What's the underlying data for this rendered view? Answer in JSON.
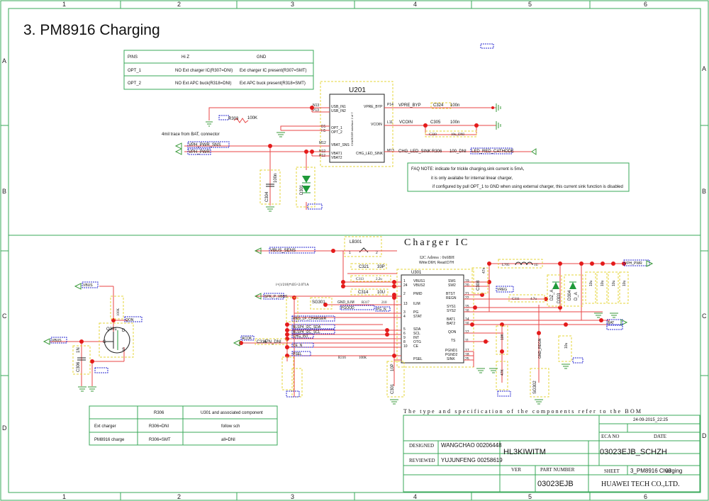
{
  "title": "3. PM8916 Charging",
  "border": {
    "cols": [
      "1",
      "2",
      "3",
      "4",
      "5",
      "6"
    ],
    "rows": [
      "A",
      "B",
      "C",
      "D"
    ]
  },
  "pins_table": {
    "headers": [
      "PINS",
      "Hi Z",
      "GND"
    ],
    "rows": [
      [
        "OPT_1",
        "NO Ext charger IC(R307=DNI)",
        "Ext charger IC present(R307=SMT)"
      ],
      [
        "OPT_2",
        "NO Ext APC buck(R318=DNI)",
        "Ext APC buck present(R318=SMT)"
      ]
    ]
  },
  "u201": {
    "ref": "U201",
    "left_pins": [
      {
        "num": "N13",
        "name": "USB_IN1"
      },
      {
        "num": "P13",
        "name": "USB_IN2"
      },
      {
        "num": "D5",
        "name": "OPT_1"
      },
      {
        "num": "H5",
        "name": "OPT_2"
      },
      {
        "num": "M12",
        "name": "VBAT_SNS"
      },
      {
        "num": "N12",
        "name": "VBAT1"
      },
      {
        "num": "P12",
        "name": "VBAT2"
      }
    ],
    "right_pins": [
      {
        "num": "P14",
        "name": "VPRE_BYP"
      },
      {
        "num": "L11",
        "name": "VCOIN"
      },
      {
        "num": "M13",
        "name": "CHG_LED_SINK"
      }
    ],
    "vertical_text": "CHARGER interface 2 of 7"
  },
  "top_labels": {
    "r303": "R303",
    "r303_val": "100K",
    "trace_note": "4mil trace from BAT, connector",
    "vph_pwr_sns": "VPH_PWR_SNS",
    "vph_pwr": "VPH_PWR",
    "vpre_byp": "VPRE_BYP",
    "c324": "C324",
    "c324_val": "100n",
    "vcoin": "VCOIN",
    "c305": "C305",
    "c305_val": "100n",
    "c320": "C320",
    "c320_val": "10u_DNI",
    "chg_led_sink": "CHG_LED_SINK",
    "r306": "R306",
    "r306_val": "100_DNI",
    "led_red_cathode": "LED_RED_CATHODE",
    "c304": "C304",
    "c304_val": "100n",
    "d301": "D301"
  },
  "faq_note": {
    "line1": "FAQ NOTE: indicate for trickle charging,sink current is 5mA,",
    "line2": "it is only availabe for internal linear charger,",
    "line3": "if configured by pull OPT_1 to GND when using external charger, this current sink function is disabled"
  },
  "charger": {
    "heading": "Charger IC",
    "i2c": "I2C Adress : 0x6BH",
    "i2c_rw": "Write:D6H, Read:D7H",
    "lb301": "LB301",
    "lb301_pins": [
      "1",
      "2"
    ],
    "c321": "C321",
    "c321_val": "33P",
    "c313": "C313",
    "c313_val": "2.2u",
    "c314": "C314",
    "c314_val": "10U",
    "formula": "i=(1/210)*435=2.071A",
    "sg301": "SG301",
    "gnd_ilim": "GND_ILIM",
    "r317": "R317",
    "r317_val": "210",
    "u301": "U301",
    "u301_left": [
      "VBUS1",
      "VBUS2",
      "PMID",
      "ILIM",
      "PG",
      "STAT",
      "SDA",
      "SCL",
      "INT",
      "OTG",
      "CE",
      "PSEL"
    ],
    "u301_left_nums": [
      "1",
      "24",
      "2",
      "13",
      "3",
      "4",
      "5",
      "6",
      "9",
      "8",
      "10"
    ],
    "u301_right": [
      "SW1",
      "SW2",
      "BTST",
      "REGN",
      "SYS1",
      "SYS2",
      "BAT1",
      "BAT2",
      "QON",
      "TS",
      "PGND1",
      "PGND2",
      "SINK"
    ],
    "u301_right_nums": [
      "19",
      "20",
      "21",
      "22",
      "15",
      "16",
      "14",
      "16",
      "12",
      "11",
      "17",
      "18",
      "25"
    ],
    "r316": "R316",
    "r316_val": "100K",
    "c315": "C315",
    "c315_val": "47N_DNI",
    "q301": "Q301",
    "q_pins": [
      "D",
      "G",
      "S"
    ],
    "c306": "C306",
    "c306_val": "1N",
    "r_left_val": "100K",
    "c301": "C301",
    "c301_val": "10P",
    "c308": "C308",
    "c308_val": "47n",
    "l705": "L705",
    "l705_val": "1U",
    "c311": "C311",
    "c311_val": "4.7u",
    "d303": "D303",
    "dz_a": "DZ_A",
    "d304": "D304",
    "d_a": "D_A",
    "sg302": "SG302",
    "r_ts_val": "10K",
    "r_ntc_val": "47K",
    "gnd_regn": "GND_REGN",
    "cap_vals": [
      "10u",
      "10u",
      "10u",
      "10u",
      "10u"
    ],
    "net_labels": [
      "VBUS_SENS",
      "VBUS",
      "VBUS",
      "SPK_P_VBUS",
      "PG_N",
      "MIC_IN",
      "REG_LF_CHARGER",
      "BLSP4_I2C_SDA",
      "BLSP4_I2C_SCL",
      "CHG_INT",
      "CE_N",
      "PGOOD",
      "VPH_PWR",
      "BAT",
      "PSEL",
      "BAT_ID",
      "VREG",
      "ACOK",
      "QON",
      "NTC_CHG"
    ]
  },
  "comp_table": {
    "headers": [
      "",
      "R306",
      "U301 and associated component"
    ],
    "rows": [
      [
        "Ext charger",
        "R306=DNI",
        "follow sch"
      ],
      [
        "PM8916 charge",
        "R306=SMT",
        "all=DNI"
      ]
    ]
  },
  "title_block": {
    "spec_note": "The type and specification of the components refer to the BOM",
    "date_val": "24-09-2015_22:25",
    "eca_label": "ECA NO",
    "date_label": "DATE",
    "designed_label": "DESIGNED",
    "designed_val": "WANGCHAO 00206448",
    "reviewed_label": "REVIEWED",
    "reviewed_val": "YUJUNFENG 00258619",
    "project": "HL3KIWITM",
    "drawing": "03023EJB_SCHZH",
    "ver_label": "VER",
    "part_label": "PART NUMBER",
    "part_val": "03023EJB",
    "sheet_label": "SHEET",
    "sheet_val": "3_PM8916 Charging",
    "sheet_num": "03",
    "company": "HUAWEI TECH CO.,LTD."
  }
}
